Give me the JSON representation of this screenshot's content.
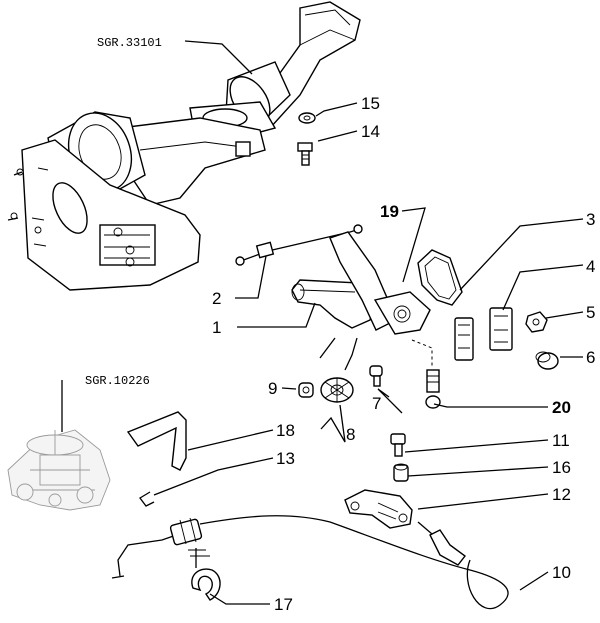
{
  "diagram": {
    "references": [
      {
        "id": "ref-sgr-33101",
        "label": "SGR.33101"
      },
      {
        "id": "ref-sgr-10226",
        "label": "SGR.10226"
      }
    ],
    "callouts": [
      {
        "id": "1",
        "label": "1",
        "bold": false
      },
      {
        "id": "2",
        "label": "2",
        "bold": false
      },
      {
        "id": "3",
        "label": "3",
        "bold": false
      },
      {
        "id": "4",
        "label": "4",
        "bold": false
      },
      {
        "id": "5",
        "label": "5",
        "bold": false
      },
      {
        "id": "6",
        "label": "6",
        "bold": false
      },
      {
        "id": "7",
        "label": "7",
        "bold": false
      },
      {
        "id": "8",
        "label": "8",
        "bold": false
      },
      {
        "id": "9",
        "label": "9",
        "bold": false
      },
      {
        "id": "10",
        "label": "10",
        "bold": false
      },
      {
        "id": "11",
        "label": "11",
        "bold": false
      },
      {
        "id": "12",
        "label": "12",
        "bold": false
      },
      {
        "id": "13",
        "label": "13",
        "bold": false
      },
      {
        "id": "14",
        "label": "14",
        "bold": false
      },
      {
        "id": "15",
        "label": "15",
        "bold": false
      },
      {
        "id": "16",
        "label": "16",
        "bold": false
      },
      {
        "id": "17",
        "label": "17",
        "bold": false
      },
      {
        "id": "18",
        "label": "18",
        "bold": false
      },
      {
        "id": "19",
        "label": "19",
        "bold": true
      },
      {
        "id": "20",
        "label": "20",
        "bold": true
      }
    ]
  }
}
